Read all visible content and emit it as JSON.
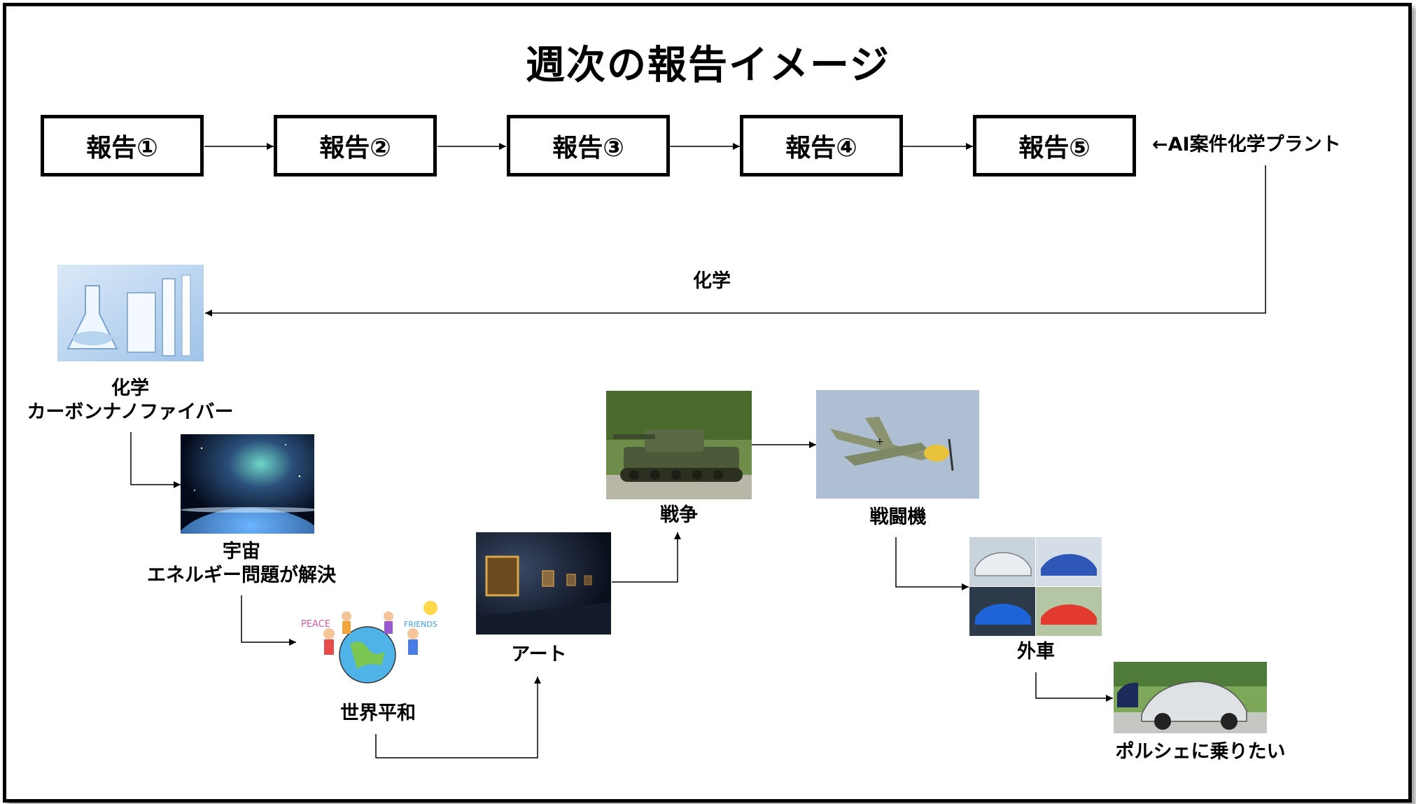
{
  "title": "週次の報告イメージ",
  "reports": [
    "報告①",
    "報告②",
    "報告③",
    "報告④",
    "報告⑤"
  ],
  "plant_note": "←AI案件化学プラント",
  "edge_label": "化学",
  "nodes": {
    "chemistry": {
      "line1": "化学",
      "line2": "カーボンナノファイバー",
      "image": "laboratory-glassware"
    },
    "space": {
      "line1": "宇宙",
      "line2": "エネルギー問題が解決",
      "image": "earth-from-space"
    },
    "peace": {
      "label": "世界平和",
      "image": "children-around-globe-drawing",
      "drawing_text_left": "PEACE",
      "drawing_text_right": "FRIENDS"
    },
    "art": {
      "label": "アート",
      "image": "art-gallery-paintings"
    },
    "war": {
      "label": "戦争",
      "image": "battle-tank"
    },
    "fighter": {
      "label": "戦闘機",
      "image": "fighter-plane"
    },
    "cars": {
      "label": "外車",
      "image": "four-sports-cars"
    },
    "porsche": {
      "label": "ポルシェに乗りたい",
      "image": "classic-porsche"
    }
  }
}
